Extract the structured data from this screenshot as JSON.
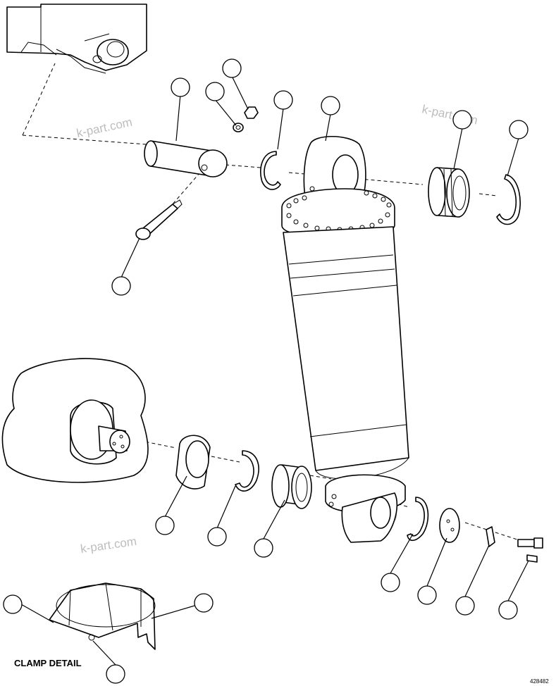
{
  "labels": {
    "clamp_detail": "CLAMP DETAIL",
    "figure_number": "428482"
  },
  "watermark": "k-part.com"
}
